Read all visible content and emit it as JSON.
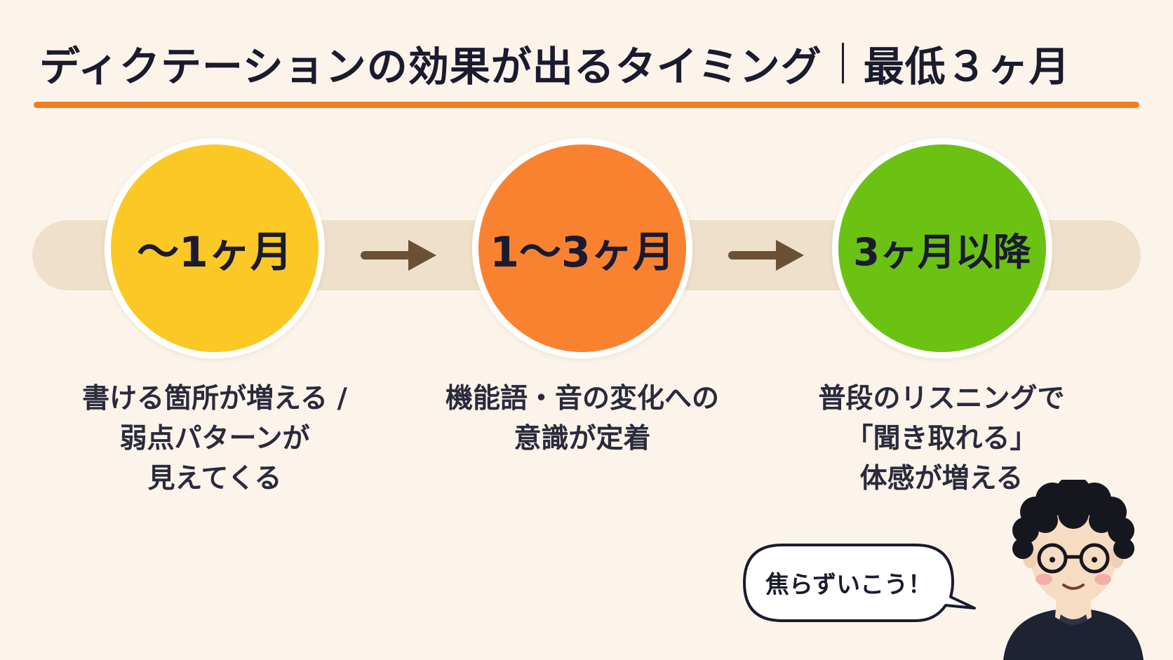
{
  "title": {
    "main": "ディクテーションの効果が出るタイミング",
    "sub": "最低３ヶ月"
  },
  "stages": [
    {
      "label": "〜1ヶ月",
      "color": "#fcc825",
      "description": [
        "書ける箇所が増える /",
        "弱点パターンが",
        "見えてくる"
      ]
    },
    {
      "label": "1〜3ヶ月",
      "color": "#f98230",
      "description": [
        "機能語・音の変化への",
        "意識が定着"
      ]
    },
    {
      "label": "3ヶ月以降",
      "color": "#6cc213",
      "description": [
        "普段のリスニングで",
        "「聞き取れる」",
        "体感が増える"
      ]
    }
  ],
  "speech_bubble": "焦らずいこう！",
  "colors": {
    "background": "#fcf4ea",
    "accent": "#f47c20",
    "track": "#efe0cb",
    "arrow": "#6b5036",
    "text": "#1b1b2f"
  },
  "icons": [
    "arrow-right-icon",
    "arrow-right-icon",
    "avatar-illustration"
  ]
}
